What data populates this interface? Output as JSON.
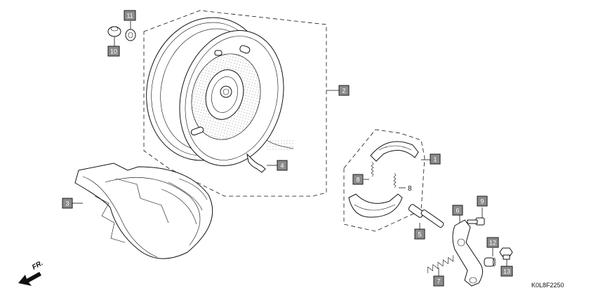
{
  "diagram": {
    "drawing_code": "K0L8F2250",
    "direction_label": "FR.",
    "callouts": [
      {
        "id": "1",
        "part": "brake-shoe-set"
      },
      {
        "id": "2",
        "part": "rear-wheel"
      },
      {
        "id": "3",
        "part": "tire"
      },
      {
        "id": "4",
        "part": "valve"
      },
      {
        "id": "5",
        "part": "brake-cam"
      },
      {
        "id": "6",
        "part": "brake-arm"
      },
      {
        "id": "7",
        "part": "spring"
      },
      {
        "id": "8",
        "part": "shoe-spring"
      },
      {
        "id": "9",
        "part": "bolt"
      },
      {
        "id": "10",
        "part": "nut"
      },
      {
        "id": "11",
        "part": "washer"
      },
      {
        "id": "12",
        "part": "collar"
      },
      {
        "id": "13",
        "part": "cap-nut"
      }
    ],
    "colors": {
      "callout_fill": "#8c8c8c",
      "line": "#111111",
      "background": "#ffffff"
    }
  }
}
